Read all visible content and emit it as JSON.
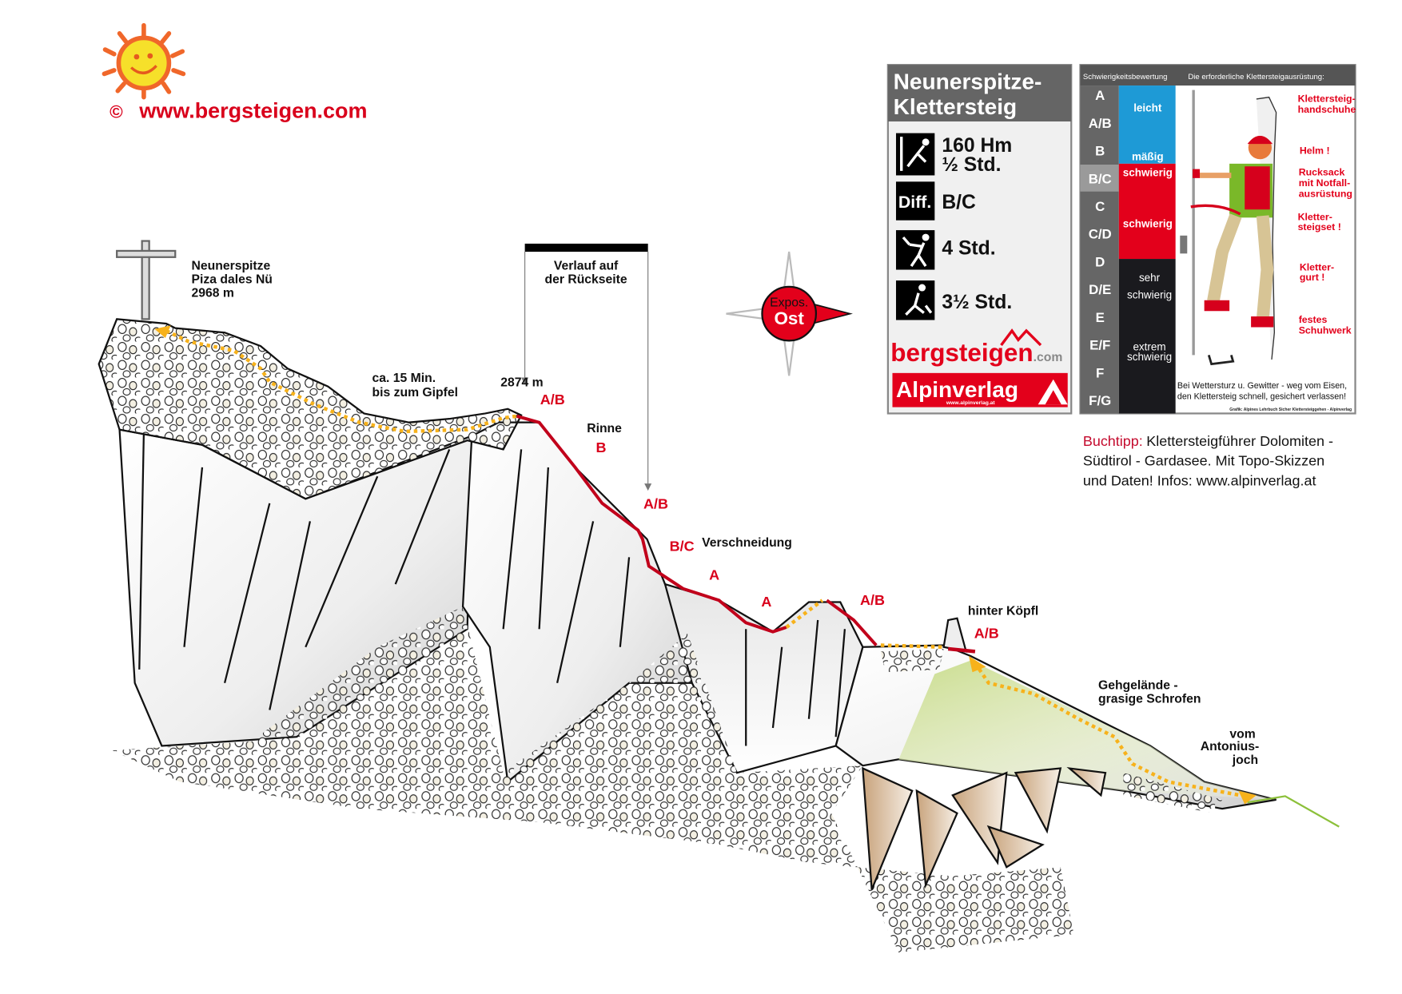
{
  "header": {
    "copyright": "©",
    "website": "www.bergsteigen.com"
  },
  "summit": {
    "name": "Neunerspitze",
    "alt_name": "Piza dales Nü",
    "altitude": "2968 m"
  },
  "labels": {
    "backside_line1": "Verlauf auf",
    "backside_line2": "der Rückseite",
    "to_summit_line1": "ca. 15 Min.",
    "to_summit_line2": "bis zum Gipfel",
    "altitude_2874": "2874 m",
    "rinne": "Rinne",
    "verschneidung": "Verschneidung",
    "hinter_koepfl": "hinter Köpfl",
    "gehgelaende_line1": "Gehgelände -",
    "gehgelaende_line2": "grasige Schrofen",
    "vom_line1": "vom",
    "vom_line2": "Antonius-",
    "vom_line3": "joch"
  },
  "route_grades": [
    "A/B",
    "B",
    "A/B",
    "B/C",
    "A",
    "A",
    "A/B",
    "A/B"
  ],
  "compass": {
    "line1": "Expos.",
    "line2": "Ost"
  },
  "info_panel": {
    "title_line1": "Neunerspitze-",
    "title_line2": "Klettersteig",
    "ascent_height": "160 Hm",
    "ascent_time": "½ Std.",
    "diff_badge": "Diff.",
    "difficulty": "B/C",
    "total_time": "4 Std.",
    "descent_time": "3½ Std.",
    "logo_bergsteigen": "bergsteigen",
    "logo_bergsteigen_tld": ".com",
    "logo_alpinverlag": "Alpinverlag",
    "logo_alpinverlag_url": "www.alpinverlag.at"
  },
  "scale_panel": {
    "header_left": "Schwierigkeitsbewertung",
    "header_right": "Die erforderliche Klettersteigausrüstung:",
    "grades": [
      "A",
      "A/B",
      "B",
      "B/C",
      "C",
      "C/D",
      "D",
      "D/E",
      "E",
      "E/F",
      "F",
      "F/G"
    ],
    "highlighted_grade": "B/C",
    "categories": {
      "leicht": "leicht",
      "maessig": "mäßig",
      "schwierig1": "schwierig",
      "schwierig2": "schwierig",
      "sehr": "sehr",
      "sehr_schwierig": "schwierig",
      "extrem": "extrem",
      "extrem_schwierig": "schwierig"
    },
    "equipment": {
      "gloves_1": "Klettersteig-",
      "gloves_2": "handschuhe",
      "helmet": "Helm !",
      "backpack_1": "Rucksack",
      "backpack_2": "mit Notfall-",
      "backpack_3": "ausrüstung",
      "set_1": "Kletter-",
      "set_2": "steigset !",
      "harness_1": "Kletter-",
      "harness_2": "gurt !",
      "shoes_1": "festes",
      "shoes_2": "Schuhwerk"
    },
    "warning_line1": "Bei Wettersturz u. Gewitter - weg vom Eisen,",
    "warning_line2": "den Klettersteig schnell, gesichert verlassen!",
    "credit": "Grafik: Alpines Lehrbuch Sicher Klettersteiggehen - Alpinverlag",
    "colors": {
      "leicht": "#1e9ad6",
      "schwierig": "#e3001b",
      "extrem": "#1a1a1e",
      "grade_col": "#666666",
      "highlight": "#9a9a9a"
    }
  },
  "book_tip": {
    "label": "Buchtipp:",
    "line1": "Klettersteigführer Dolomiten -",
    "line2": "Südtirol - Gardasee. Mit Topo-Skizzen",
    "line3": "und Daten!  Infos: www.alpinverlag.at"
  }
}
